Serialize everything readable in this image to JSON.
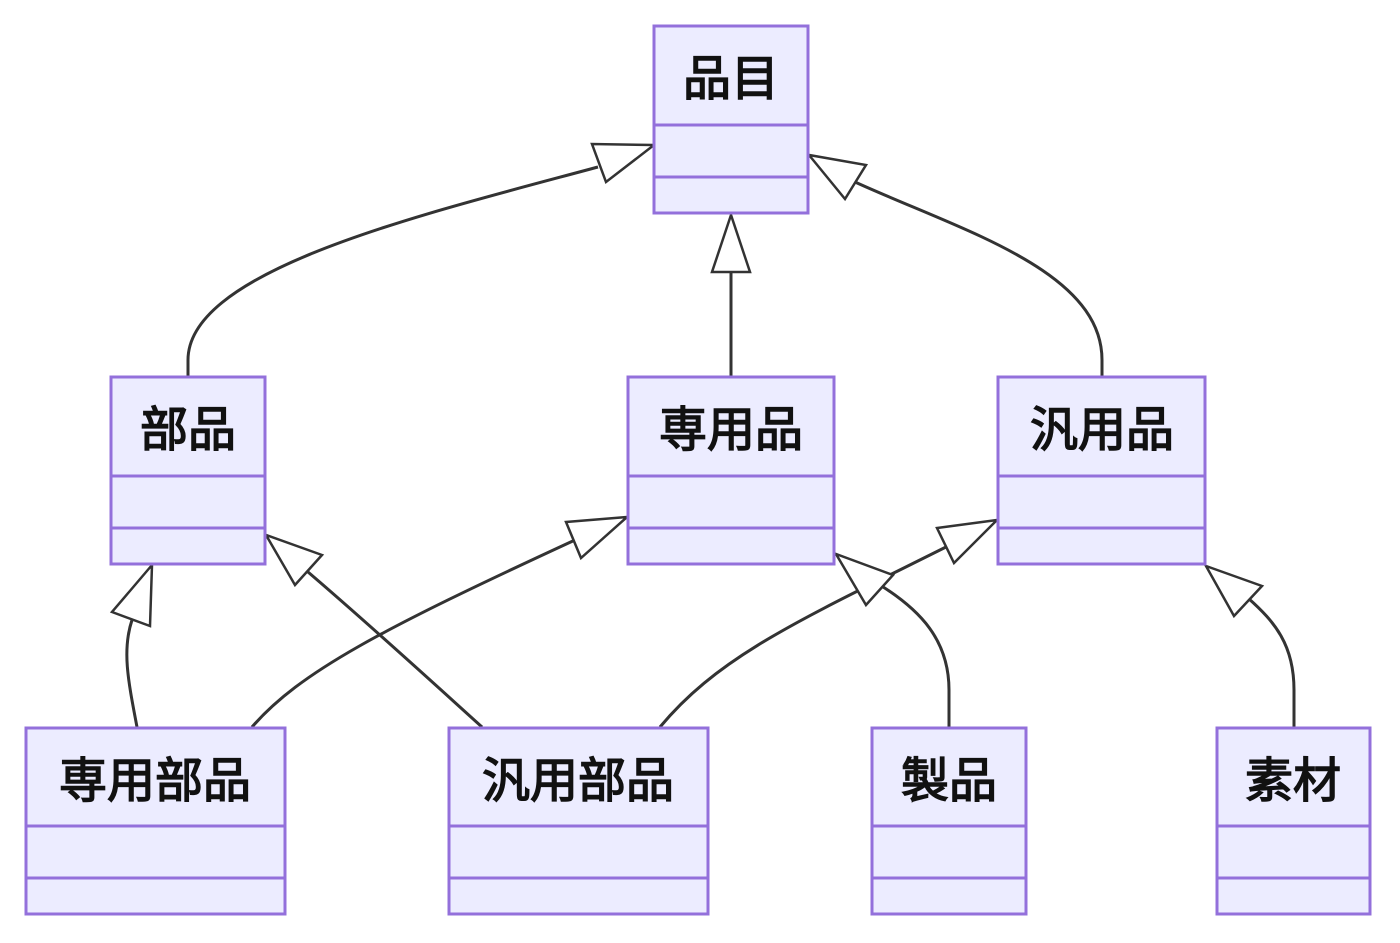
{
  "diagram": {
    "type": "class-diagram-inheritance",
    "colors": {
      "box_fill": "#ececff",
      "box_stroke": "#9370db",
      "edge": "#333333",
      "text": "#111111",
      "background": "#ffffff"
    },
    "classes": {
      "item": {
        "name": "品目"
      },
      "part": {
        "name": "部品"
      },
      "dedicated": {
        "name": "専用品"
      },
      "general": {
        "name": "汎用品"
      },
      "dedicated_part": {
        "name": "専用部品"
      },
      "general_part": {
        "name": "汎用部品"
      },
      "product": {
        "name": "製品"
      },
      "material": {
        "name": "素材"
      }
    },
    "inheritance": [
      {
        "child": "part",
        "parent": "item"
      },
      {
        "child": "dedicated",
        "parent": "item"
      },
      {
        "child": "general",
        "parent": "item"
      },
      {
        "child": "dedicated_part",
        "parent": "part"
      },
      {
        "child": "dedicated_part",
        "parent": "dedicated"
      },
      {
        "child": "general_part",
        "parent": "part"
      },
      {
        "child": "general_part",
        "parent": "general"
      },
      {
        "child": "product",
        "parent": "dedicated"
      },
      {
        "child": "material",
        "parent": "general"
      }
    ]
  }
}
